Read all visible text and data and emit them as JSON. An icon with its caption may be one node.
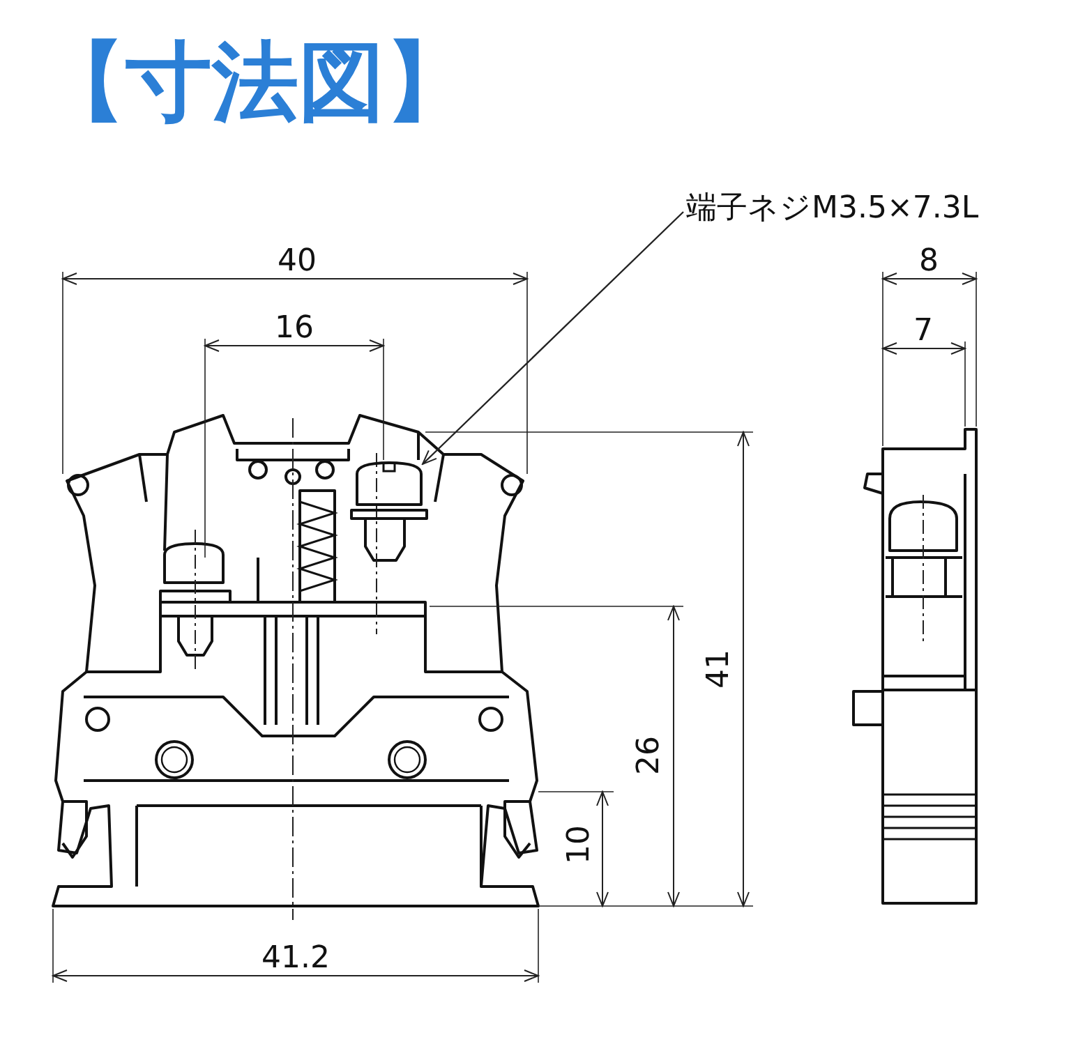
{
  "diagram": {
    "title": "【寸法図】",
    "nodes": [
      {
        "text": [
          "端子ネジM3.5×7.3L"
        ]
      },
      {
        "text": [],
        "shape": "picture"
      }
    ],
    "edges": [
      {
        "from": 0,
        "to": 1,
        "arrow": "to"
      }
    ],
    "labels": [
      "40",
      "16",
      "8",
      "7",
      "41",
      "26",
      "10",
      "41.2"
    ]
  }
}
